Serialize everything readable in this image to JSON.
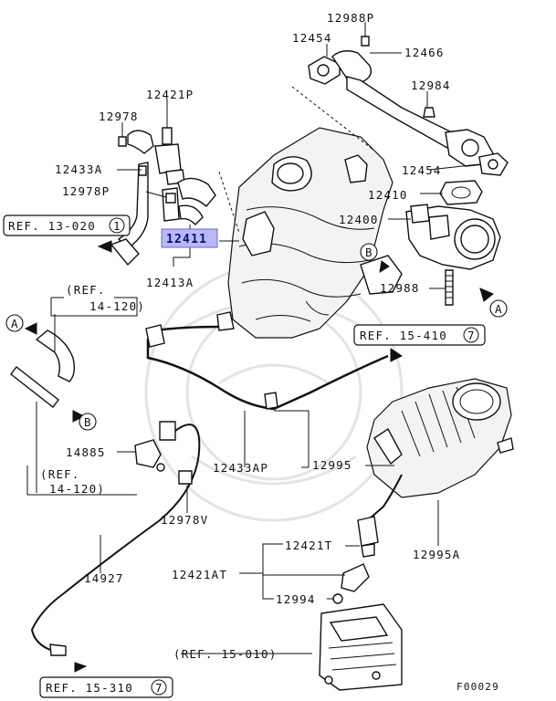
{
  "diagram": {
    "figure_code": "F00029",
    "highlighted_part": "12411",
    "part_labels": {
      "p12988P": "12988P",
      "p12454_top": "12454",
      "p12466": "12466",
      "p12421P": "12421P",
      "p12984": "12984",
      "p12978": "12978",
      "p12433A": "12433A",
      "p12978P": "12978P",
      "p12454_mid": "12454",
      "p12410": "12410",
      "p12400": "12400",
      "p12413A": "12413A",
      "p12988": "12988",
      "p14885": "14885",
      "p12433AP": "12433AP",
      "p12995": "12995",
      "p12978V": "12978V",
      "p14927": "14927",
      "p12421T": "12421T",
      "p12995A": "12995A",
      "p12421AT": "12421AT",
      "p12994": "12994"
    },
    "references": {
      "ref13_020": {
        "text": "REF. 13-020",
        "num": "1"
      },
      "ref15_410": {
        "text": "REF. 15-410",
        "num": "7"
      },
      "ref15_310": {
        "text": "REF. 15-310",
        "num": "7"
      },
      "ref14_120_top_a": "(REF.",
      "ref14_120_top_b": "14-120)",
      "ref14_120_bot_a": "(REF.",
      "ref14_120_bot_b": "14-120)",
      "ref15_010": "(REF. 15-010)"
    },
    "connection_markers": {
      "a_left": "A",
      "a_right": "A",
      "b_left": "B",
      "b_right": "B"
    }
  }
}
